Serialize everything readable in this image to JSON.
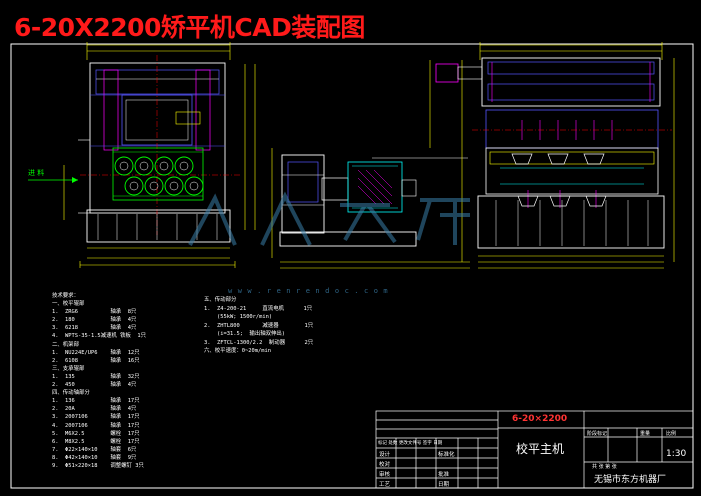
{
  "title": "6-20X2200矫平机CAD装配图",
  "side_label": "进 料",
  "watermark": "www.renrendoc.com",
  "tech_notes": {
    "left": [
      "技术要求：",
      "一、校平辊部",
      "1.  ZRG6          轴承  8只",
      "2.  180           轴承  4只",
      "3.  6218          轴承  4只",
      "4.  WPTS-35-1.5减速机 铁板  1只",
      "二、机架部",
      "1.  NU224E/UP6    轴承  12只",
      "2.  6108          轴承  16只",
      "三、支承辊部",
      "1.  135           轴承  32只",
      "2.  450           轴承  4只",
      "四、传动轴部分",
      "1.  136           轴承  17只",
      "2.  20A           轴承  4只",
      "3.  2007106       轴承  17只",
      "4.  2007106       轴承  17只",
      "5.  M6X2.5        螺栓  17只",
      "6.  M8X2.5        螺栓  17只",
      "7.  Φ22×140×10    轴套  6只",
      "8.  Φ42×140×10    轴套  9只",
      "9.  Φ51×220×18    调整螺钉 3只"
    ],
    "right": [
      "五、传动部分",
      "1.  Z4-200-21     直流电机      1只",
      "    (55kW; 1500r/min)",
      "2.  ZHTL800       减速器        1只",
      "    (i=31.5;  输出轴双伸出)",
      "3.  ZFTCL-1300/2.2  制动器      2只",
      "六、校平速度：0~20m/min"
    ]
  },
  "title_block": {
    "drawing_no": "6-20×2200",
    "drawing_name": "校平主机",
    "scale": "1:30",
    "company": "无锡市东方机器厂",
    "sheet_info": "共  张  第  张",
    "h_stage": "阶段标记",
    "h_weight": "重量",
    "h_ratio": "比例",
    "r_design": "设计",
    "r_check": "校对",
    "r_review": "审核",
    "r_process": "工艺",
    "r_std": "标准化",
    "r_approve": "批准",
    "r_date": "日期",
    "h_rev": "标记 处数 更改文件号 签字 日期"
  },
  "colors": {
    "background": "#000000",
    "outline": "#ffffff",
    "structure": "#5555ff",
    "dimension": "#ffff00",
    "rollers": "#00ff00",
    "hatch": "#ff00ff",
    "section": "#00ffff",
    "title": "#ff1a1a"
  }
}
